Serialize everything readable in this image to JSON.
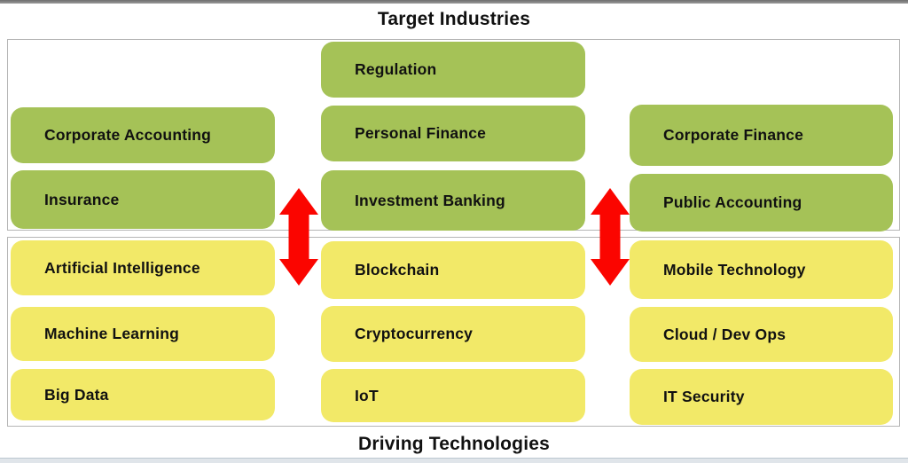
{
  "diagram": {
    "top_title": "Target Industries",
    "bottom_title": "Driving Technologies"
  },
  "industries": {
    "left": [
      "Corporate Accounting",
      "Insurance"
    ],
    "middle": [
      "Regulation",
      "Personal Finance",
      "Investment Banking"
    ],
    "right": [
      "Corporate Finance",
      "Public Accounting"
    ]
  },
  "technologies": {
    "left": [
      "Artificial Intelligence",
      "Machine Learning",
      "Big Data"
    ],
    "middle": [
      "Blockchain",
      "Cryptocurrency",
      "IoT"
    ],
    "right": [
      "Mobile Technology",
      "Cloud / Dev Ops",
      "IT Security"
    ]
  },
  "icons": {
    "arrow": "double-headed-vertical-arrow"
  },
  "colors": {
    "industry-box": "#a5c257",
    "technology-box": "#f2e968",
    "arrow-red": "#fb0500",
    "container-border": "#b5b5b5",
    "title-text": "#111111",
    "top-bar-dark": "#6e6e6e",
    "top-bar-light": "#9a9a9a",
    "bottom-bar": "#e0e5ea",
    "bottom-bar-edge": "#bcc7cf"
  }
}
